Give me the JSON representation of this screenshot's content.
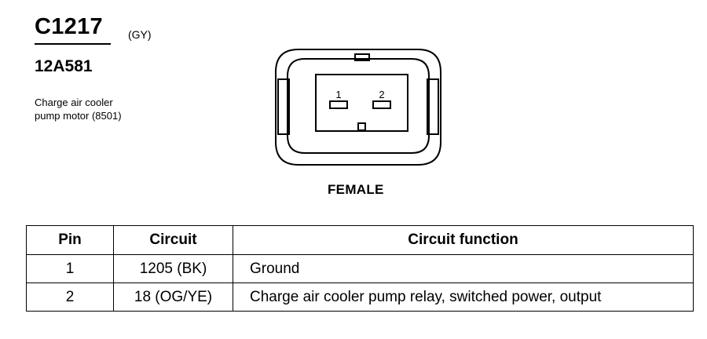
{
  "connector": {
    "id": "C1217",
    "color": "(GY)",
    "part_number": "12A581",
    "description_lines": [
      "Charge air cooler",
      "pump motor (8501)"
    ],
    "view": "FEMALE",
    "pin_labels": [
      "1",
      "2"
    ]
  },
  "table": {
    "headers": [
      "Pin",
      "Circuit",
      "Circuit function"
    ],
    "rows": [
      {
        "pin": "1",
        "circuit": "1205 (BK)",
        "function": "Ground"
      },
      {
        "pin": "2",
        "circuit": "18 (OG/YE)",
        "function": "Charge air cooler pump relay, switched power, output"
      }
    ]
  }
}
